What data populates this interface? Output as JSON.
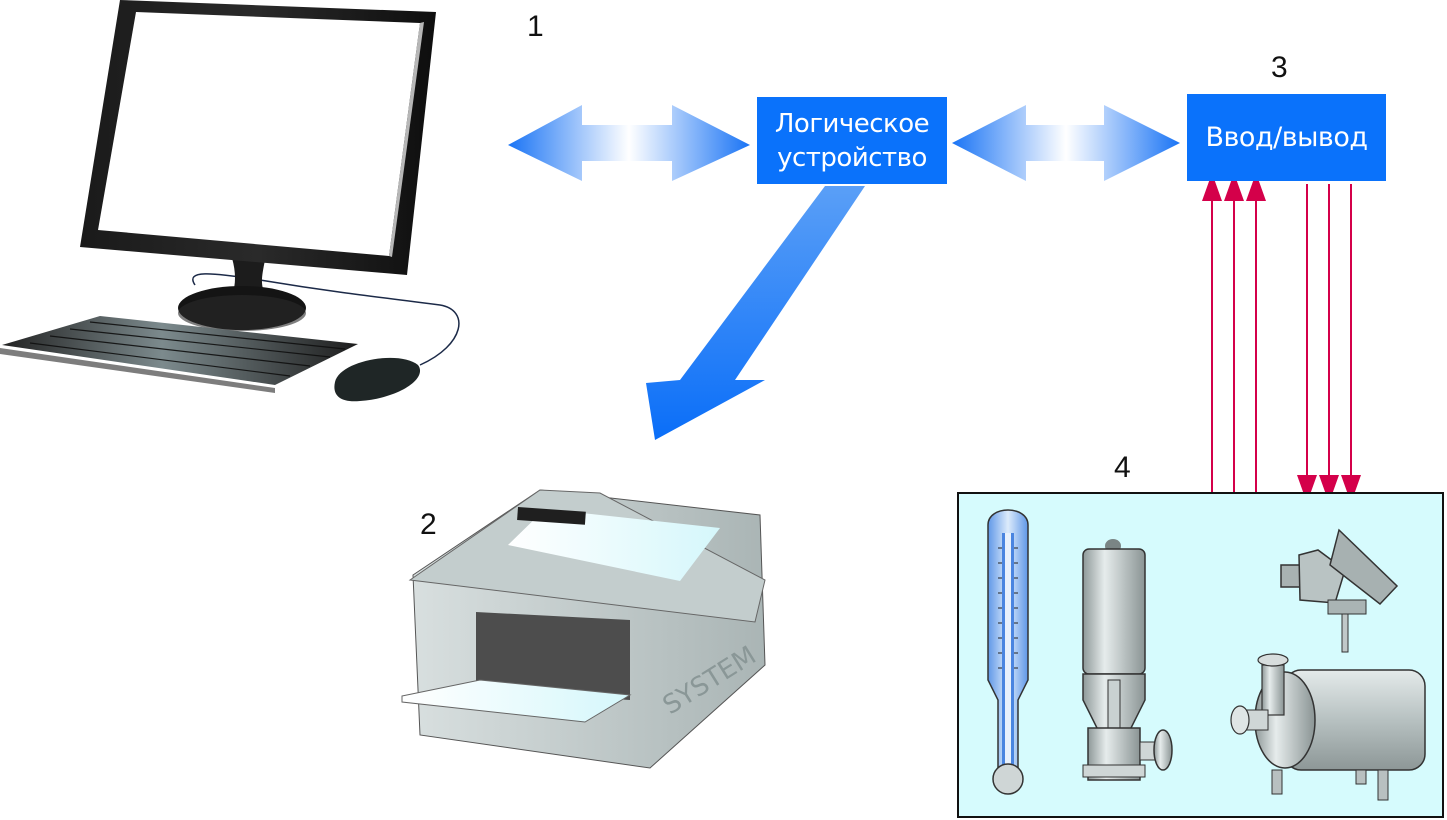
{
  "labels": {
    "n1": "1",
    "n2": "2",
    "n3": "3",
    "n4": "4"
  },
  "logic_device": {
    "line1": "Логическое",
    "line2": "устройство"
  },
  "io_block": {
    "label": "Ввод/вывод"
  },
  "printer": {
    "brand": "SYSTEM"
  },
  "colors": {
    "box_blue": "#0a72fb",
    "signal_red": "#d4004a",
    "field_bg": "#d6fbfd"
  },
  "icons": [
    "computer-icon",
    "printer-icon",
    "thermometer-icon",
    "control-valve-icon",
    "temperature-sensor-icon",
    "pump-icon"
  ]
}
